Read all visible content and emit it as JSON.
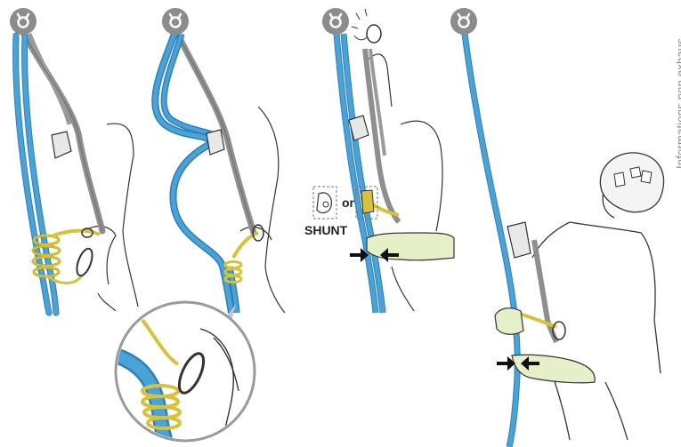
{
  "labels": {
    "shunt": "SHUNT",
    "or": "or",
    "side_note": "Informations non exhaus"
  },
  "icons": [
    "anchor-ring-icon",
    "ascender-icon",
    "shunt-icon",
    "squeeze-arrows-icon",
    "helmet-icon"
  ],
  "colors": {
    "rope_blue": "#4aa3d8",
    "sling_grey": "#8f8f8f",
    "cord_yellow": "#d7c23a",
    "anchor_grey": "#8c8c8c",
    "hand_green": "#e6f0c8"
  },
  "panels": 4
}
